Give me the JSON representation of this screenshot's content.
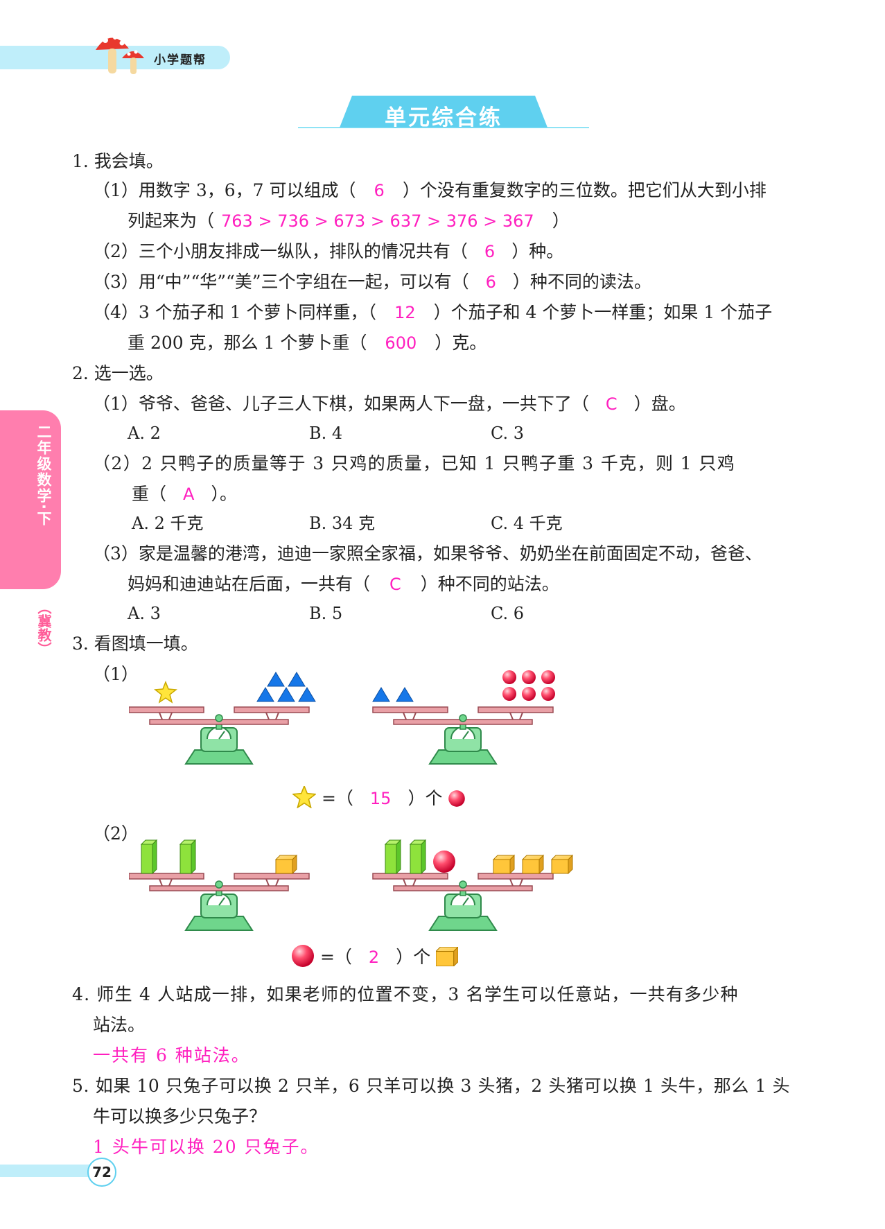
{
  "header": {
    "brand": "小学题帮"
  },
  "title": "单元综合练",
  "side_tab": {
    "label": "二年级数学·下",
    "edition": "（冀教）"
  },
  "page_number": "72",
  "q1": {
    "heading": "1. 我会填。",
    "p1_a": "（1）用数字 3，6，7 可以组成（",
    "p1_ans": "6",
    "p1_b": "）个没有重复数字的三位数。把它们从大到小排",
    "p1_c": "列起来为（",
    "p1_order": "763 > 736 > 673 > 637 > 376 > 367",
    "p1_d": "）",
    "p2_a": "（2）三个小朋友排成一纵队，排队的情况共有（",
    "p2_ans": "6",
    "p2_b": "）种。",
    "p3_a": "（3）用“中”“华”“美”三个字组在一起，可以有（",
    "p3_ans": "6",
    "p3_b": "）种不同的读法。",
    "p4_a": "（4）3 个茄子和 1 个萝卜同样重，（",
    "p4_ans1": "12",
    "p4_b": "）个茄子和 4 个萝卜一样重；如果 1 个茄子",
    "p4_c": "重 200 克，那么 1 个萝卜重（",
    "p4_ans2": "600",
    "p4_d": "）克。"
  },
  "q2": {
    "heading": "2. 选一选。",
    "p1_a": "（1）爷爷、爸爸、儿子三人下棋，如果两人下一盘，一共下了（",
    "p1_ans": "C",
    "p1_b": "）盘。",
    "p1_opts": [
      "A. 2",
      "B. 4",
      "C. 3"
    ],
    "p2_a": "（2）2 只鸭子的质量等于 3 只鸡的质量，已知 1 只鸭子重 3 千克，则 1 只鸡",
    "p2_b": "重（",
    "p2_ans": "A",
    "p2_c": "）。",
    "p2_opts": [
      "A. 2 千克",
      "B. 34 克",
      "C. 4 千克"
    ],
    "p3_a": "（3）家是温馨的港湾，迪迪一家照全家福，如果爷爷、奶奶坐在前面固定不动，爸爸、",
    "p3_b": "妈妈和迪迪站在后面，一共有（",
    "p3_ans": "C",
    "p3_c": "）种不同的站法。",
    "p3_opts": [
      "A. 3",
      "B. 5",
      "C. 6"
    ]
  },
  "q3": {
    "heading": "3. 看图填一填。",
    "p1_label": "（1）",
    "p1_eq_a": "=（",
    "p1_ans": "15",
    "p1_eq_b": "）个",
    "p2_label": "（2）",
    "p2_eq_a": "=（",
    "p2_ans": "2",
    "p2_eq_b": "）个"
  },
  "q4": {
    "line1": "4. 师生 4 人站成一排，如果老师的位置不变，3 名学生可以任意站，一共有多少种",
    "line2": "站法。",
    "answer": "一共有 6 种站法。"
  },
  "q5": {
    "line1": "5. 如果 10 只兔子可以换 2 只羊，6 只羊可以换 3 头猪，2 头猪可以换 1 头牛，那么 1 头",
    "line2": "牛可以换多少只兔子？",
    "answer": "1 头牛可以换 20 只兔子。"
  },
  "colors": {
    "answer": "#ff1fbf",
    "accent": "#5fd0ef",
    "side_tab": "#ff7eae",
    "scale_green": "#6fd68c",
    "pan": "#e9a0a6"
  }
}
